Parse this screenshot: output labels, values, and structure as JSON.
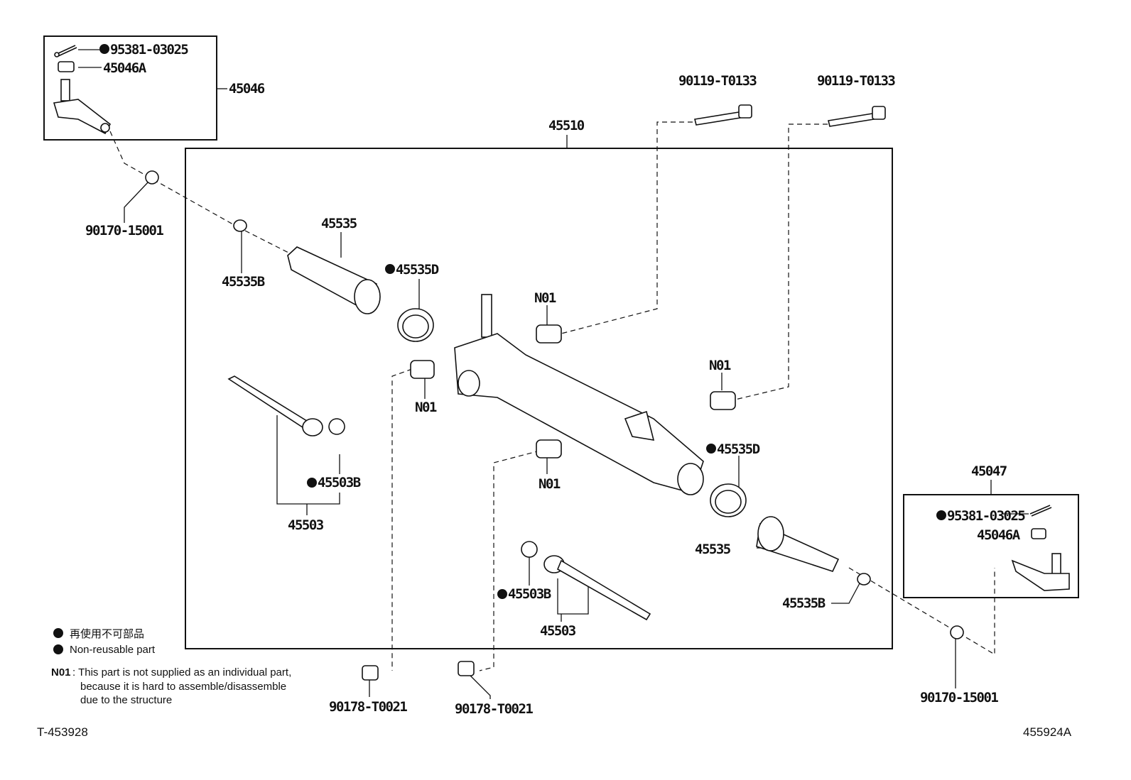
{
  "labels": {
    "left_cotter_pin": "95381-03025",
    "left_nut": "45046A",
    "left_tie_rod_end": "45046",
    "bolt_1": "90119-T0133",
    "bolt_2": "90119-T0133",
    "rack_assembly": "45510",
    "left_washer": "90170-15001",
    "left_boot": "45535",
    "left_boot_clip": "45535B",
    "left_boot_clamp": "45535D",
    "n01_upper": "N01",
    "n01_right": "N01",
    "n01_left": "N01",
    "n01_lower": "N01",
    "left_lock_washer": "45503B",
    "left_rack_end": "45503",
    "right_boot_clamp": "45535D",
    "right_tie_rod_end": "45047",
    "right_cotter_pin": "95381-03025",
    "right_nut": "45046A",
    "right_boot": "45535",
    "right_boot_clip": "45535B",
    "right_lock_washer": "45503B",
    "right_rack_end": "45503",
    "nut_1": "90178-T0021",
    "nut_2": "90178-T0021",
    "right_washer": "90170-15001"
  },
  "legend": {
    "non_reusable_jp": "再使用不可部品",
    "non_reusable_en": "Non-reusable part",
    "n01_code": "N01",
    "n01_line1": ": This part is not supplied as an individual part,",
    "n01_line2": "because it is hard to assemble/disassemble",
    "n01_line3": "due to the structure"
  },
  "footer": {
    "left_code": "T-453928",
    "right_code": "455924A"
  }
}
